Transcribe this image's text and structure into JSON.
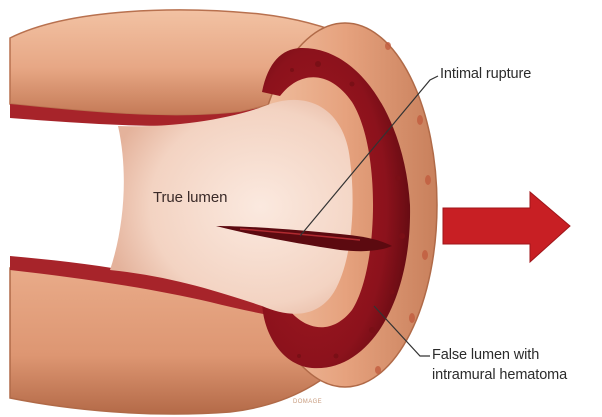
{
  "labels": {
    "true_lumen": "True lumen",
    "intimal_rupture": "Intimal rupture",
    "false_lumen_line1": "False lumen with",
    "false_lumen_line2": "intramural hematoma",
    "credit": "DOMAGE"
  },
  "colors": {
    "vessel_wall": "#e7a785",
    "vessel_wall_shadow": "#b86c49",
    "inner_lumen": "#f6ddd0",
    "hematoma": "#8c121c",
    "hematoma_dark": "#5c0a10",
    "arrow": "#c81f24",
    "leader_line": "#333333"
  },
  "icons": {
    "flow_arrow": "right-arrow-icon"
  }
}
